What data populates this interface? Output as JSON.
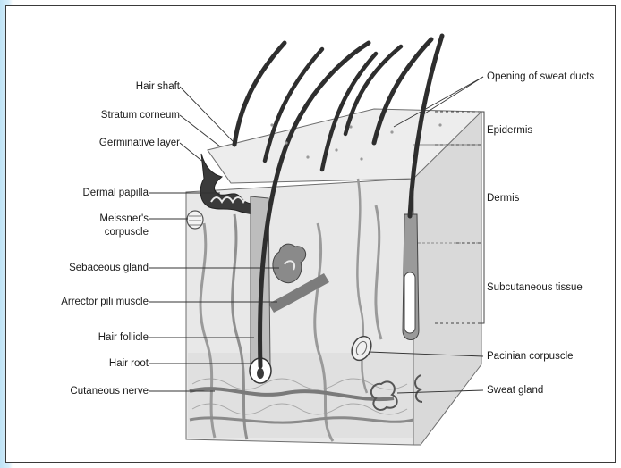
{
  "left_labels": {
    "hair_shaft": "Hair shaft",
    "stratum_corneum": "Stratum corneum",
    "germinative_layer": "Germinative layer",
    "dermal_papilla": "Dermal papilla",
    "meissners_line1": "Meissner's",
    "meissners_line2": "corpuscle",
    "sebaceous_gland": "Sebaceous gland",
    "arrector_pili": "Arrector pili muscle",
    "hair_follicle": "Hair follicle",
    "hair_root": "Hair root",
    "cutaneous_nerve": "Cutaneous nerve"
  },
  "right_labels": {
    "sweat_duct_openings": "Opening of sweat ducts",
    "epidermis": "Epidermis",
    "dermis": "Dermis",
    "subcutaneous": "Subcutaneous tissue",
    "pacinian": "Pacinian corpuscle",
    "sweat_gland": "Sweat gland"
  },
  "colors": {
    "block_light": "#e9e9e9",
    "block_mid": "#d4d4d4",
    "hair": "#2e2e2e",
    "accent_strip": "#bfe3f6"
  }
}
